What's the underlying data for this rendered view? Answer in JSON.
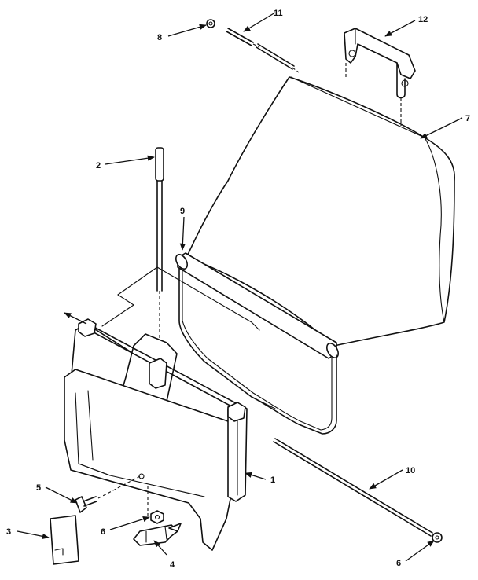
{
  "callouts": [
    {
      "id": "c1",
      "label": "1"
    },
    {
      "id": "c2",
      "label": "2"
    },
    {
      "id": "c3",
      "label": "3"
    },
    {
      "id": "c4",
      "label": "4"
    },
    {
      "id": "c5",
      "label": "5"
    },
    {
      "id": "c6a",
      "label": "6"
    },
    {
      "id": "c6b",
      "label": "6"
    },
    {
      "id": "c7",
      "label": "7"
    },
    {
      "id": "c8",
      "label": "8"
    },
    {
      "id": "c9",
      "label": "9"
    },
    {
      "id": "c10",
      "label": "10"
    },
    {
      "id": "c11",
      "label": "11"
    },
    {
      "id": "c12",
      "label": "12"
    }
  ]
}
